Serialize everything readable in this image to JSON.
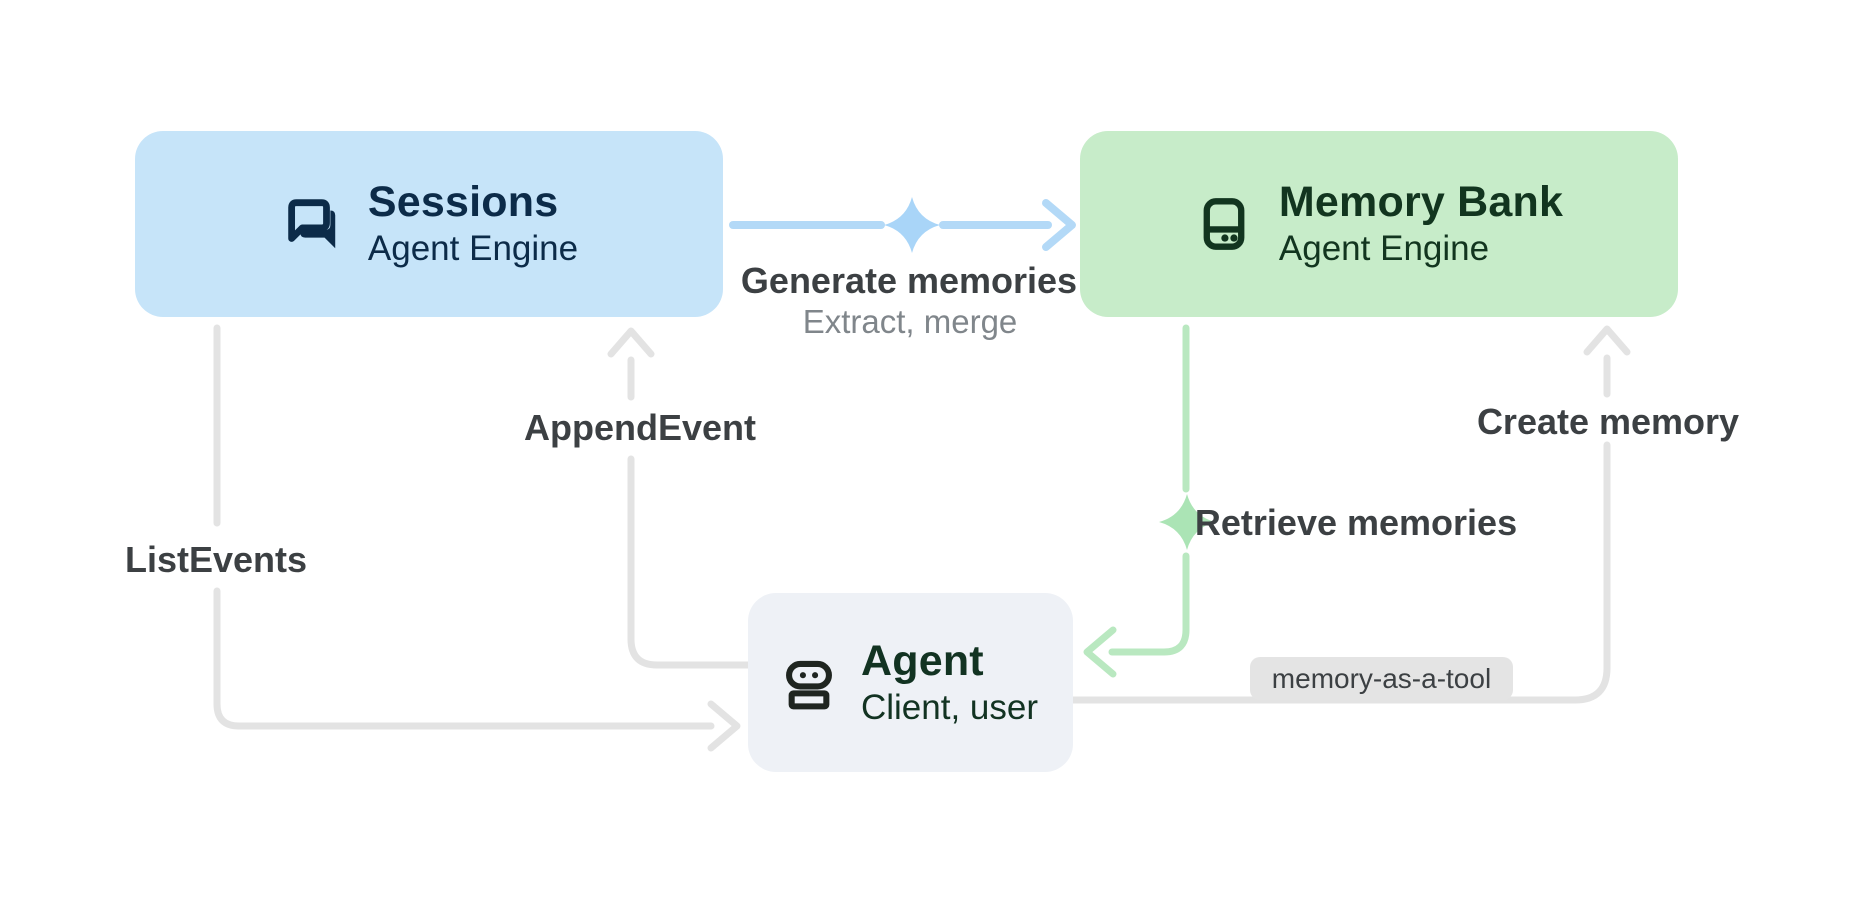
{
  "page": {
    "background": "#ffffff"
  },
  "nodes": {
    "sessions": {
      "title": "Sessions",
      "subtitle": "Agent Engine",
      "fill": "#c6e4f9",
      "text_color": "#0c2b49",
      "icon": "chat-forum-icon"
    },
    "memory_bank": {
      "title": "Memory Bank",
      "subtitle": "Agent Engine",
      "fill": "#c7ecc9",
      "text_color": "#12351f",
      "icon": "memory-storage-icon"
    },
    "agent": {
      "title": "Agent",
      "subtitle": "Client, user",
      "fill": "#eef1f6",
      "text_color": "#123322",
      "icon": "robot-icon"
    }
  },
  "edges": {
    "generate_memories": {
      "label": "Generate memories",
      "sublabel": "Extract, merge",
      "color": "#b3d9f7",
      "sparkle_color": "#a9d5f8",
      "direction": "Sessions to Memory Bank"
    },
    "append_event": {
      "label": "AppendEvent",
      "color": "#e3e3e3",
      "direction": "Agent to Sessions"
    },
    "list_events": {
      "label": "ListEvents",
      "color": "#e3e3e3",
      "direction": "Sessions to Agent"
    },
    "retrieve_memories": {
      "label": "Retrieve memories",
      "color": "#b9e8c0",
      "sparkle_color": "#abe4b5",
      "direction": "Memory Bank to Agent"
    },
    "create_memory": {
      "label": "Create memory",
      "color": "#e3e3e3",
      "direction": "Agent to Memory Bank"
    },
    "memory_as_a_tool": {
      "label": "memory-as-a-tool",
      "pill_fill": "#e4e4e4",
      "text_color": "#3c4043"
    }
  },
  "label_colors": {
    "dark": "#3c4043",
    "muted": "#80868b"
  }
}
